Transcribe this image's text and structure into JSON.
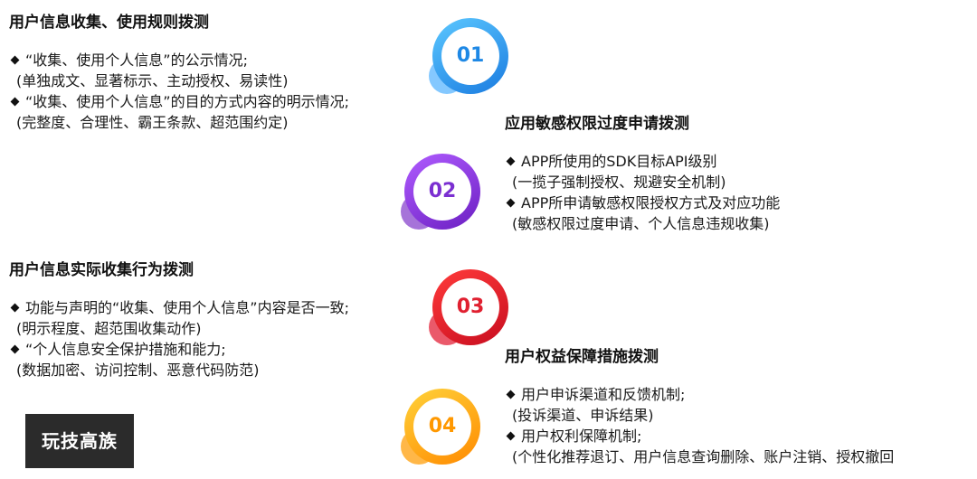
{
  "sections": [
    {
      "title": "用户信息收集、使用规则拨测",
      "items": [
        {
          "main": "“收集、使用个人信息”的公示情况;",
          "sub": "(单独成文、显著标示、主动授权、易读性)"
        },
        {
          "main": "“收集、使用个人信息”的目的方式内容的明示情况;",
          "sub": "(完整度、合理性、霸王条款、超范围约定)"
        }
      ]
    },
    {
      "title": "应用敏感权限过度申请拨测",
      "items": [
        {
          "main": "APP所使用的SDK目标API级别",
          "sub": "(一揽子强制授权、规避安全机制)"
        },
        {
          "main": "APP所申请敏感权限授权方式及对应功能",
          "sub": "(敏感权限过度申请、个人信息违规收集)"
        }
      ]
    },
    {
      "title": "用户信息实际收集行为拨测",
      "items": [
        {
          "main": "功能与声明的“收集、使用个人信息”内容是否一致;",
          "sub": "(明示程度、超范围收集动作)"
        },
        {
          "main": "“个人信息安全保护措施和能力;",
          "sub": "(数据加密、访问控制、恶意代码防范)"
        }
      ]
    },
    {
      "title": "用户权益保障措施拨测",
      "items": [
        {
          "main": "用户申诉渠道和反馈机制;",
          "sub": "(投诉渠道、申诉结果)"
        },
        {
          "main": "用户权利保障机制;",
          "sub": "(个性化推荐退订、用户信息查询删除、账户注销、授权撤回"
        }
      ]
    }
  ],
  "badges": [
    {
      "number": "01",
      "color": "#1e88e5"
    },
    {
      "number": "02",
      "color": "#7b2fd1"
    },
    {
      "number": "03",
      "color": "#e02030"
    },
    {
      "number": "04",
      "color": "#ff9800"
    }
  ],
  "watermark": {
    "label": "玩技高族"
  }
}
